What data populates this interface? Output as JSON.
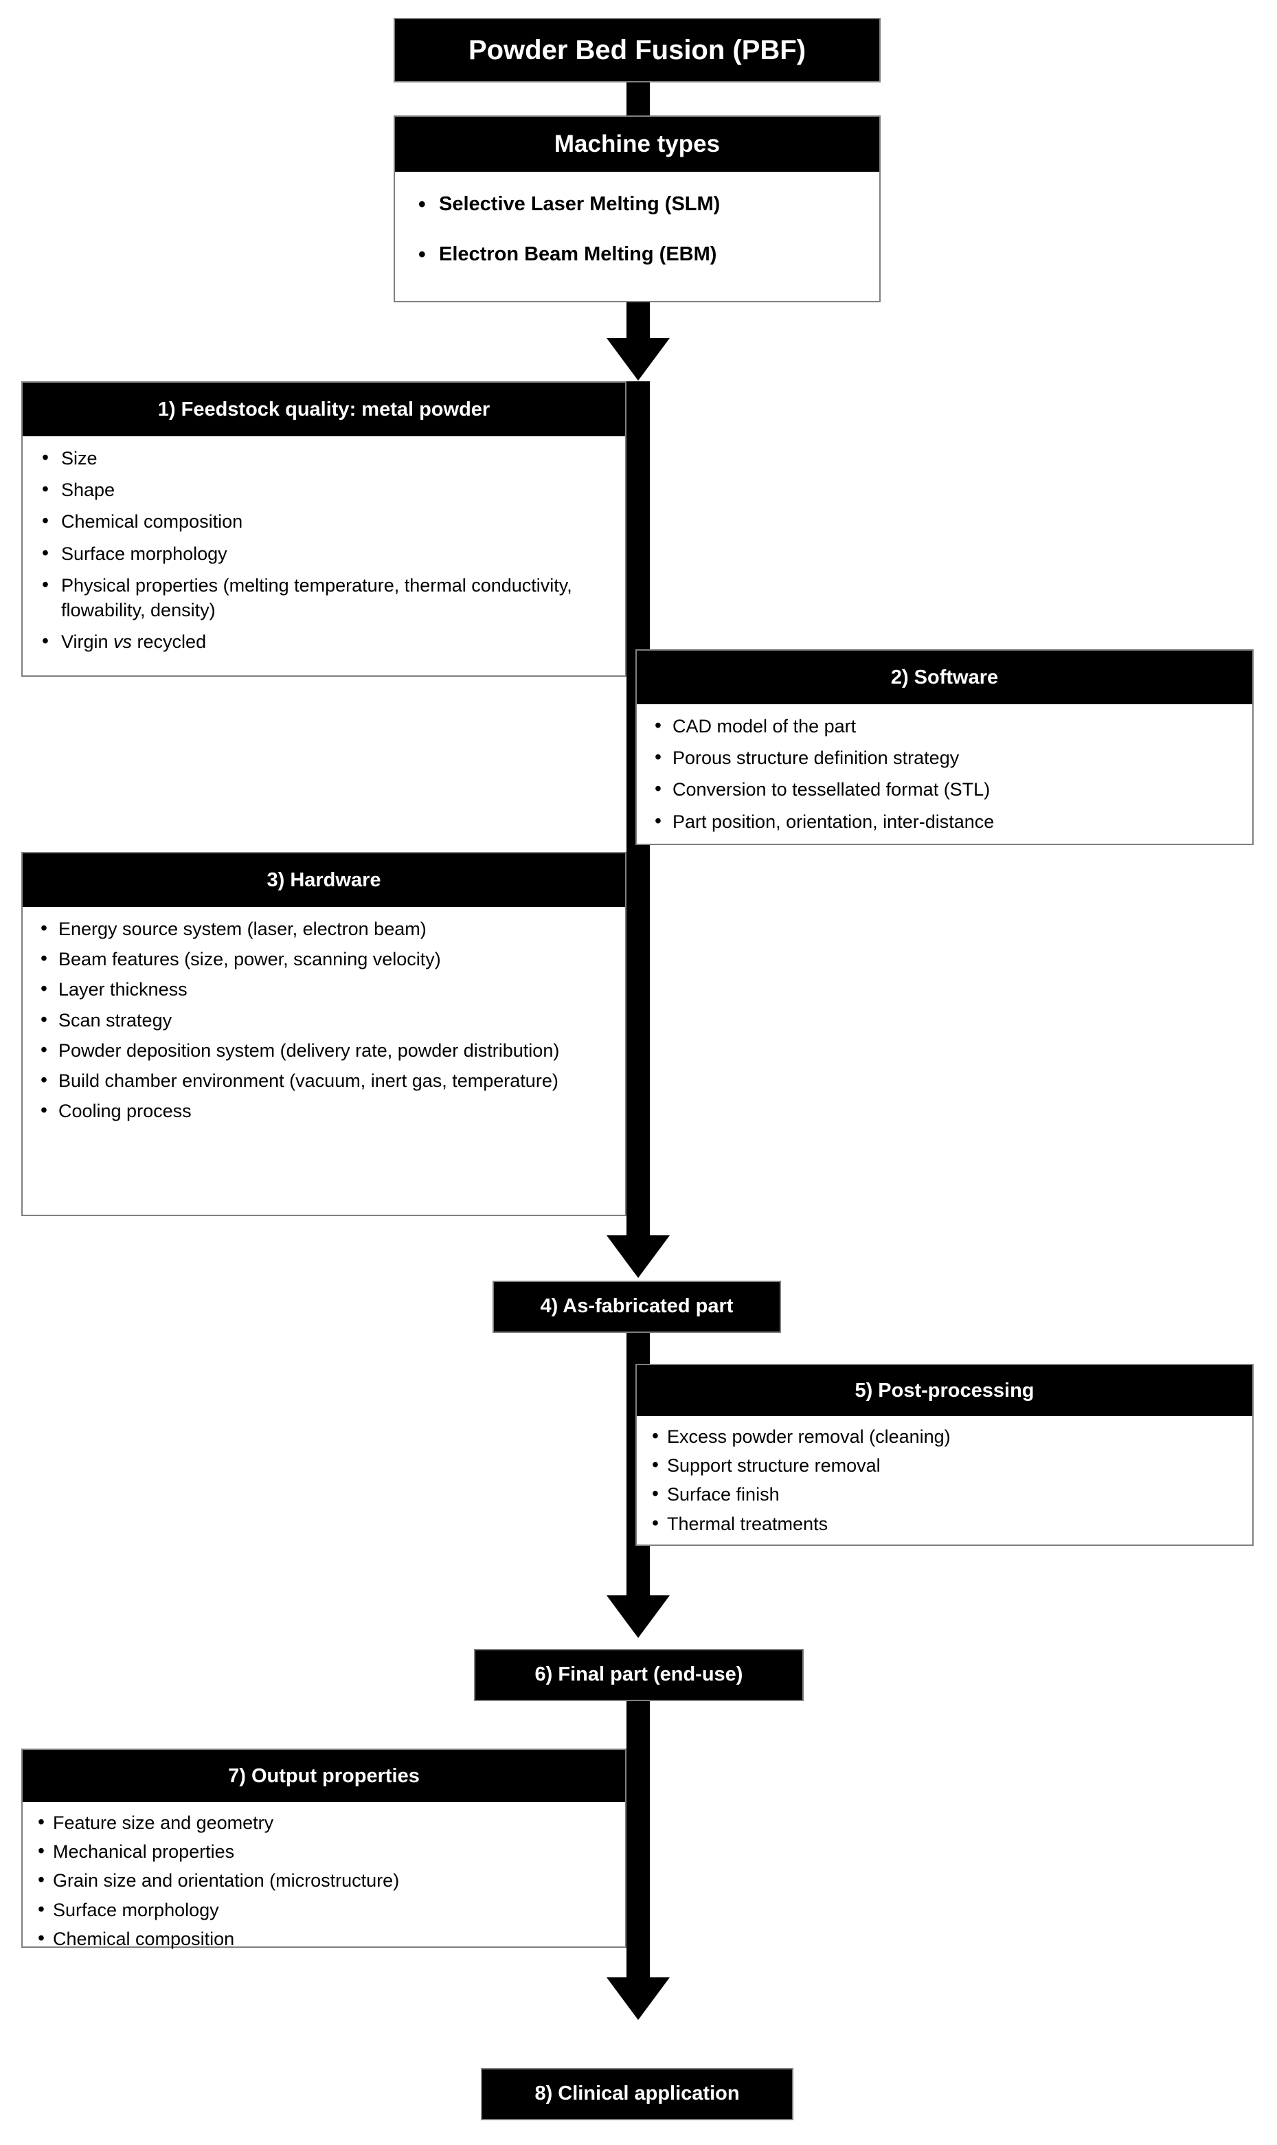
{
  "diagram": {
    "title": "Powder Bed Fusion (PBF) process flowchart",
    "accent_color": "#000000",
    "border_color": "#7f7f7f",
    "background_color": "#ffffff",
    "text_on_dark": "#ffffff",
    "text_on_light": "#000000"
  },
  "nodes": {
    "pbf": {
      "label": "Powder Bed Fusion (PBF)"
    },
    "machine_types": {
      "header": "Machine types",
      "items": [
        "Selective Laser Melting (SLM)",
        "Electron Beam Melting (EBM)"
      ]
    },
    "feedstock": {
      "header": "1) Feedstock quality: metal powder",
      "items": [
        "Size",
        "Shape",
        "Chemical composition",
        "Surface morphology",
        "Physical properties (melting temperature, thermal conductivity, flowability, density)"
      ],
      "item_virgin_prefix": "Virgin ",
      "item_virgin_italic": "vs",
      "item_virgin_suffix": " recycled"
    },
    "software": {
      "header": "2) Software",
      "items": [
        "CAD model of the part",
        "Porous structure definition strategy",
        "Conversion to tessellated format (STL)",
        "Part position, orientation, inter-distance"
      ]
    },
    "hardware": {
      "header": "3) Hardware",
      "items": [
        "Energy source system (laser, electron beam)",
        "Beam features (size, power, scanning velocity)",
        "Layer thickness",
        "Scan strategy",
        "Powder deposition system (delivery rate, powder distribution)",
        "Build chamber environment (vacuum, inert gas, temperature)",
        "Cooling process"
      ]
    },
    "as_fabricated": {
      "label": "4) As-fabricated part"
    },
    "post_processing": {
      "header": "5) Post-processing",
      "items": [
        "Excess powder removal (cleaning)",
        "Support structure removal",
        "Surface finish",
        "Thermal treatments"
      ]
    },
    "final_part": {
      "label": "6) Final part (end-use)"
    },
    "output_properties": {
      "header": "7) Output properties",
      "items": [
        "Feature size and geometry",
        "Mechanical properties",
        "Grain size and orientation (microstructure)",
        "Surface morphology",
        "Chemical composition"
      ]
    },
    "clinical_application": {
      "label": "8) Clinical application"
    }
  }
}
